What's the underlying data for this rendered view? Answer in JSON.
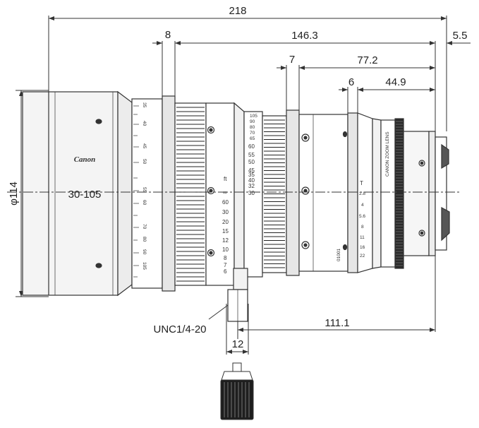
{
  "dimensions": {
    "overall_length": "218",
    "flange_width": "8",
    "front_to_mount": "146.3",
    "mount_protrusion": "5.5",
    "middle_ring_width": "7",
    "middle_to_mount": "77.2",
    "rear_ring_width": "6",
    "rear_to_mount": "44.9",
    "diameter": "φ114",
    "tripod_to_mount": "111.1",
    "tripod_width": "12"
  },
  "labels": {
    "model": "30-105",
    "brand": "Canon",
    "thread": "UNC1/4-20",
    "focus_unit": "ft",
    "iris_unit": "T",
    "ring_engraving": "CANON ZOOM LENS",
    "serial": "01001"
  },
  "scales": {
    "zoom": [
      "35",
      "40",
      "45",
      "50",
      "55",
      "60",
      "70",
      "80",
      "90",
      "105"
    ],
    "focal": [
      "30",
      "32",
      "35",
      "40",
      "45",
      "50",
      "55",
      "60",
      "65",
      "70",
      "80",
      "90",
      "105"
    ],
    "focus_ft": [
      "∞",
      "60",
      "30",
      "20",
      "15",
      "12",
      "10",
      "8",
      "7",
      "6"
    ],
    "iris": [
      "2.8",
      "4",
      "5.6",
      "8",
      "11",
      "16",
      "22"
    ]
  }
}
